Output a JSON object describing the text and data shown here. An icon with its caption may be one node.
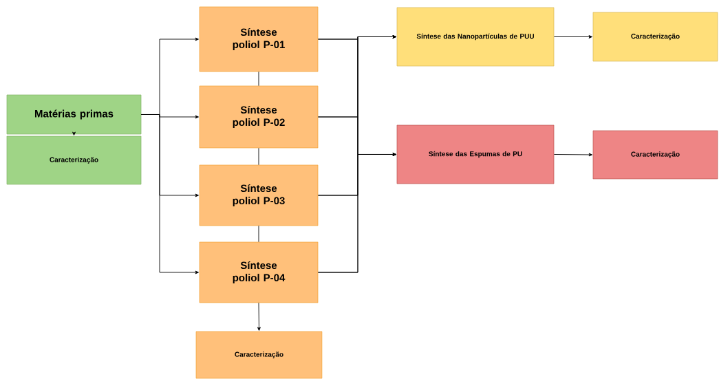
{
  "diagram": {
    "nodes": [
      {
        "text": [
          "Matérias primas"
        ]
      },
      {
        "text": [
          "Caracterização"
        ]
      },
      {
        "text": [
          "Síntese poliol P-01"
        ]
      },
      {
        "text": [
          "Síntese poliol P-02"
        ]
      },
      {
        "text": [
          "Síntese poliol P-03"
        ]
      },
      {
        "text": [
          "Síntese poliol P-04"
        ]
      },
      {
        "text": [
          "Caracterização"
        ]
      },
      {
        "text": [
          "Síntese das Nanopartículas de PUU"
        ]
      },
      {
        "text": [
          "Caracterização"
        ]
      },
      {
        "text": [
          "Síntese das Espumas de PU"
        ]
      },
      {
        "text": [
          "Caracterização"
        ]
      }
    ],
    "edges": [
      {
        "from": 0,
        "to": 1,
        "arrow": "to"
      },
      {
        "from": 0,
        "to": 2,
        "arrow": "to"
      },
      {
        "from": 0,
        "to": 3,
        "arrow": "to"
      },
      {
        "from": 0,
        "to": 4,
        "arrow": "to"
      },
      {
        "from": 0,
        "to": 5,
        "arrow": "to"
      },
      {
        "from": 2,
        "to": 3,
        "arrow": "none"
      },
      {
        "from": 3,
        "to": 4,
        "arrow": "none"
      },
      {
        "from": 4,
        "to": 5,
        "arrow": "none"
      },
      {
        "from": 5,
        "to": 6,
        "arrow": "to"
      },
      {
        "from": 2,
        "to": 7,
        "arrow": "to"
      },
      {
        "from": 3,
        "to": 7,
        "arrow": "to"
      },
      {
        "from": 4,
        "to": 7,
        "arrow": "to"
      },
      {
        "from": 5,
        "to": 7,
        "arrow": "to"
      },
      {
        "from": 2,
        "to": 9,
        "arrow": "to"
      },
      {
        "from": 3,
        "to": 9,
        "arrow": "to"
      },
      {
        "from": 4,
        "to": 9,
        "arrow": "to"
      },
      {
        "from": 5,
        "to": 9,
        "arrow": "to"
      },
      {
        "from": 7,
        "to": 8,
        "arrow": "to"
      },
      {
        "from": 9,
        "to": 10,
        "arrow": "to"
      }
    ]
  }
}
